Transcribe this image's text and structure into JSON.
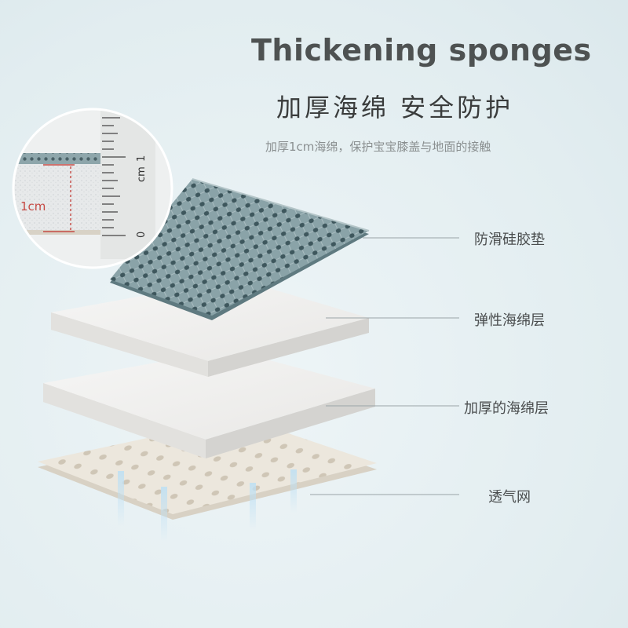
{
  "title_en": "Thickening sponges",
  "title_cn": "加厚海绵  安全防护",
  "subtitle": "加厚1cm海绵，保护宝宝膝盖与地面的接触",
  "zoom": {
    "thickness_label": "1cm",
    "ruler_unit": "cm",
    "ruler_zero": "0",
    "ruler_one": "1"
  },
  "layers": [
    {
      "label": "防滑硅胶垫"
    },
    {
      "label": "弹性海绵层"
    },
    {
      "label": "加厚的海绵层"
    },
    {
      "label": "透气网"
    }
  ],
  "colors": {
    "background": "#e3eef1",
    "silicone_mat": "#7f9aa0",
    "sponge": "#f3f2f0",
    "mesh": "#ebe6dc",
    "accent_red": "#c64a44"
  }
}
